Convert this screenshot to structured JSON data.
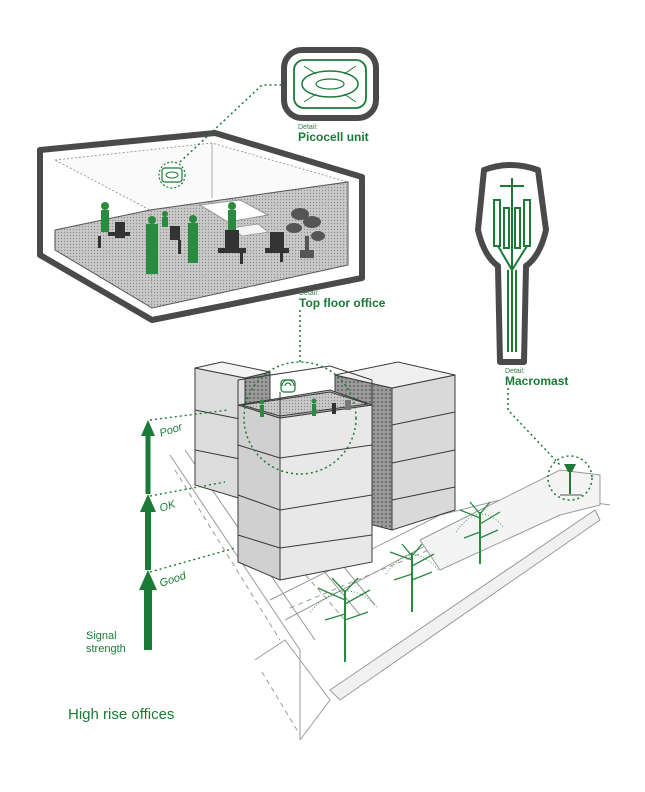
{
  "labels": {
    "picocell": {
      "small": "Detail:",
      "big": "Picocell unit"
    },
    "top_floor": {
      "small": "Detail:",
      "big": "Top floor office"
    },
    "macromast": {
      "small": "Detail:",
      "big": "Macromast"
    }
  },
  "signal": {
    "levels": [
      "Poor",
      "OK",
      "Good"
    ],
    "legend_line1": "Signal",
    "legend_line2": "strength"
  },
  "title": "High rise offices",
  "colors": {
    "accent": "#1b7a36",
    "outline": "#3a3a3a",
    "building_light": "#e6e6e6",
    "building_mid": "#d3d3d3"
  },
  "icons": {
    "picocell": "picocell-unit-icon",
    "mast": "macromast-icon",
    "tree": "tree-icon",
    "person": "person-silhouette-icon"
  }
}
